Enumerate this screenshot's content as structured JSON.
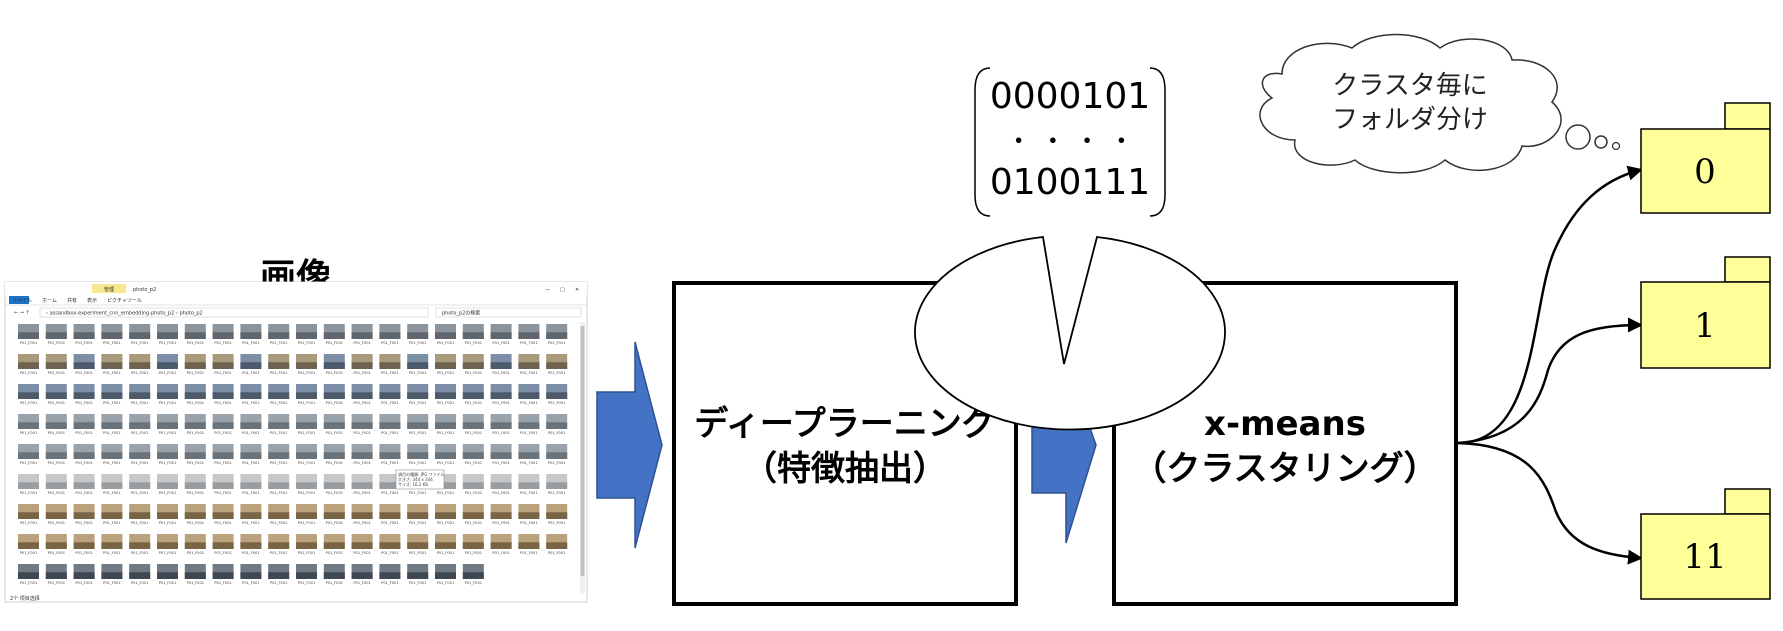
{
  "image_label": "画像",
  "explorer": {
    "window_title": "photo_p2",
    "manage_tab": "管理",
    "ribbon_tabs": [
      "ファイル",
      "ホーム",
      "共有",
      "表示",
      "ピクチャツール"
    ],
    "address_path": "› assandbox-experiment_cnn_embedding-photo_p2 › photo_p2",
    "search_placeholder": "photo_p2の検索",
    "status_text": "2个 项目选择",
    "tooltip": [
      "項目の種類: JPG ファイル",
      "大きさ: 344 x 344",
      "サイズ: 16.2 KB"
    ],
    "thumbnail_label": "P01_F001"
  },
  "boxes": {
    "deep_learning": [
      "ディープラーニング",
      "（特徴抽出）"
    ],
    "xmeans": [
      "x-means",
      "（クラスタリング）"
    ]
  },
  "feature_bubble": [
    "0000101",
    "・ ・ ・ ・",
    "0100111"
  ],
  "thought_cloud": [
    "クラスタ毎に",
    "フォルダ分け"
  ],
  "folders": [
    "0",
    "1",
    "11"
  ],
  "colors": {
    "arrow_blue": "#4472C4",
    "folder_yellow": "#FFFF99"
  }
}
